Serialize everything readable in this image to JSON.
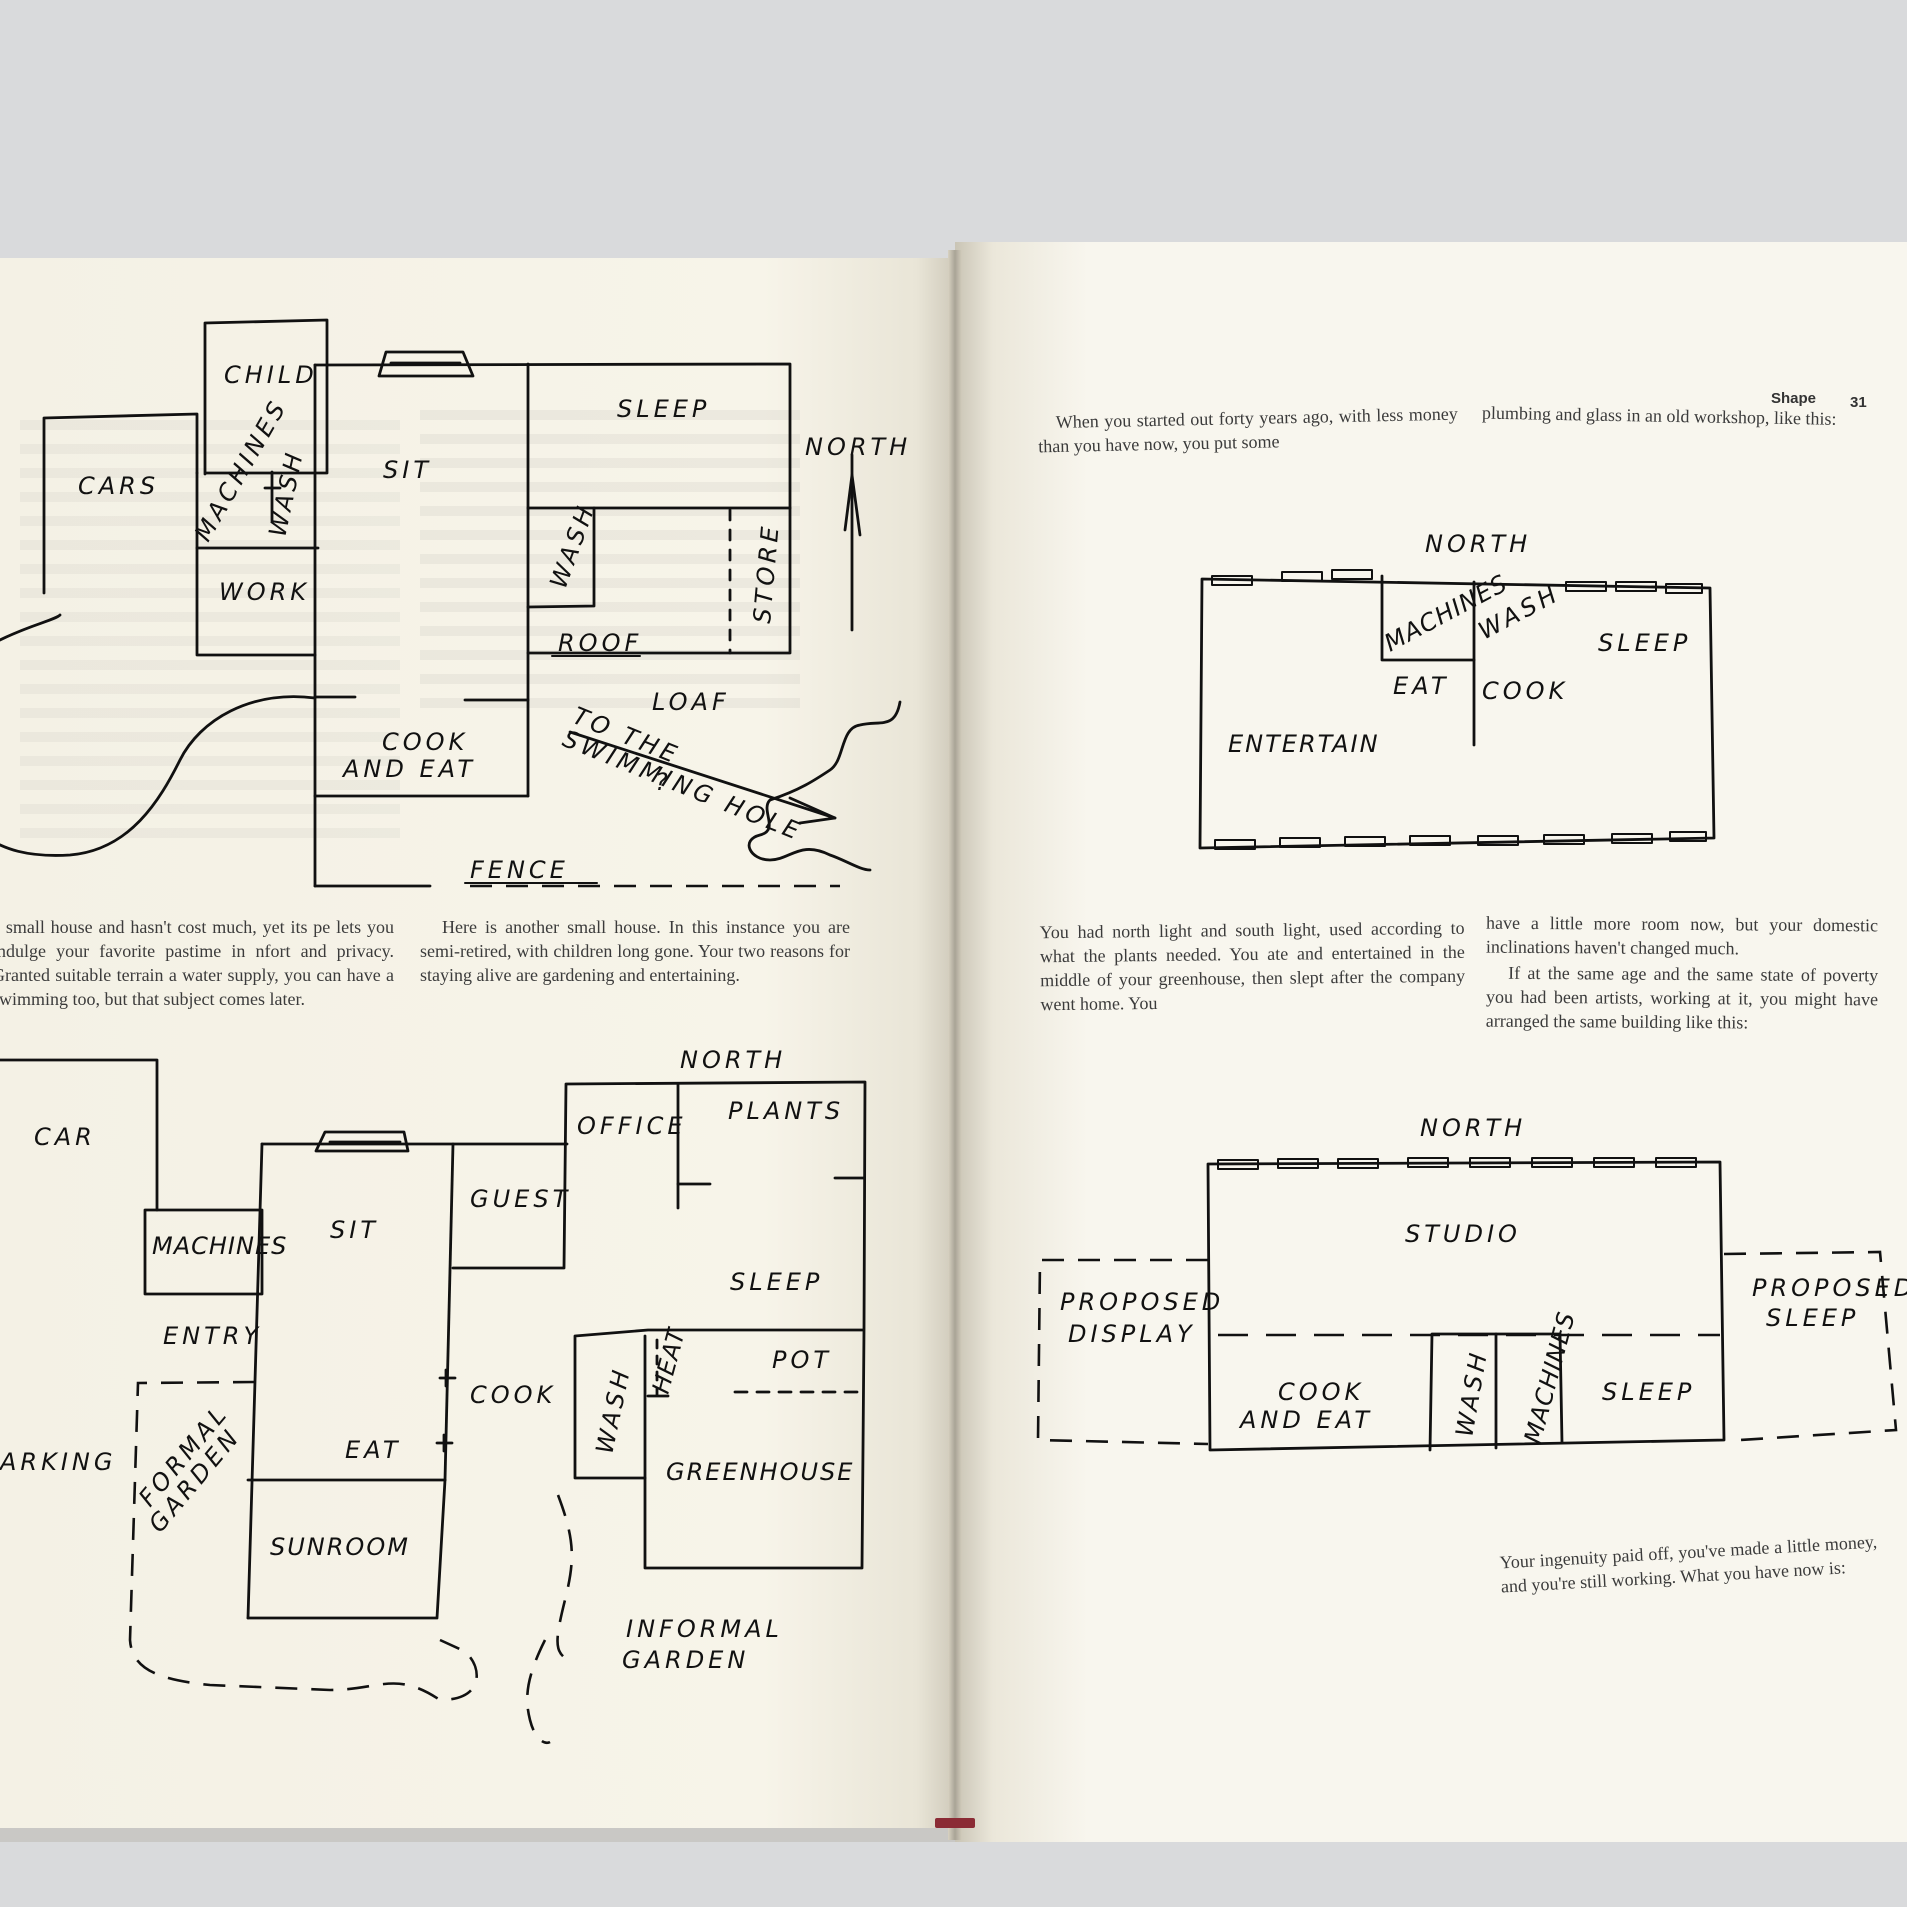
{
  "header": {
    "title": "Shape",
    "page_number": "31"
  },
  "left_page": {
    "paragraph_left": "a small house and hasn't cost much, yet its pe lets you indulge your favorite pastime in nfort and privacy. Granted suitable terrain a water supply, you can have a swimming too, but that subject comes later.",
    "paragraph_right": "Here is another small house. In this instance you are semi-retired, with children long gone. Your two reasons for staying alive are gardening and entertaining.",
    "plan_top_labels": {
      "child": "CHILD",
      "cars": "CARS",
      "sit": "SIT",
      "sleep": "SLEEP",
      "north": "NORTH",
      "machines": "MACHINES",
      "wash_a": "WASH",
      "work": "WORK",
      "wash_b": "WASH",
      "store": "STORE",
      "roof": "ROOF",
      "loaf": "LOAF",
      "cook_and_eat_1": "COOK",
      "cook_and_eat_2": "AND EAT",
      "swim_1": "TO THE",
      "swim_2": "SWIMMING HOLE",
      "swim_3": "?",
      "fence": "FENCE"
    },
    "plan_bottom_labels": {
      "north": "NORTH",
      "car": "CAR",
      "office": "OFFICE",
      "plants": "PLANTS",
      "machines": "MACHINES",
      "sit": "SIT",
      "guest": "GUEST",
      "sleep": "SLEEP",
      "entry": "ENTRY",
      "cook": "COOK",
      "wash": "WASH",
      "heat": "HEAT",
      "pot": "POT",
      "parking": "ARKING",
      "formal_1": "FORMAL",
      "formal_2": "GARDEN",
      "eat": "EAT",
      "greenhouse": "GREENHOUSE",
      "sunroom": "SUNROOM",
      "informal_1": "INFORMAL",
      "informal_2": "GARDEN"
    }
  },
  "right_page": {
    "para_a": "When you started out forty years ago, with less money than you have now, you put some",
    "para_b": "plumbing and glass in an old workshop, like this:",
    "para_c": "You had north light and south light, used according to what the plants needed. You ate and entertained in the middle of your greenhouse, then slept after the company went home. You",
    "para_d1": "have a little more room now, but your domestic inclinations haven't changed much.",
    "para_d2": "If at the same age and the same state of poverty you had been artists, working at it, you might have arranged the same building like this:",
    "para_e": "Your ingenuity paid off, you've made a little money, and you're still working. What you have now is:",
    "plan_mid_labels": {
      "north": "NORTH",
      "machines": "MACHINES",
      "wash": "WASH",
      "sleep": "SLEEP",
      "eat": "EAT",
      "cook": "COOK",
      "entertain": "ENTERTAIN"
    },
    "plan_low_labels": {
      "north": "NORTH",
      "studio": "STUDIO",
      "proposed_display_1": "PROPOSED",
      "proposed_display_2": "DISPLAY",
      "proposed_sleep_1": "PROPOSED",
      "proposed_sleep_2": "SLEEP",
      "cook_1": "COOK",
      "cook_2": "AND EAT",
      "wash": "WASH",
      "machines": "MACHINES",
      "sleep": "SLEEP"
    }
  }
}
